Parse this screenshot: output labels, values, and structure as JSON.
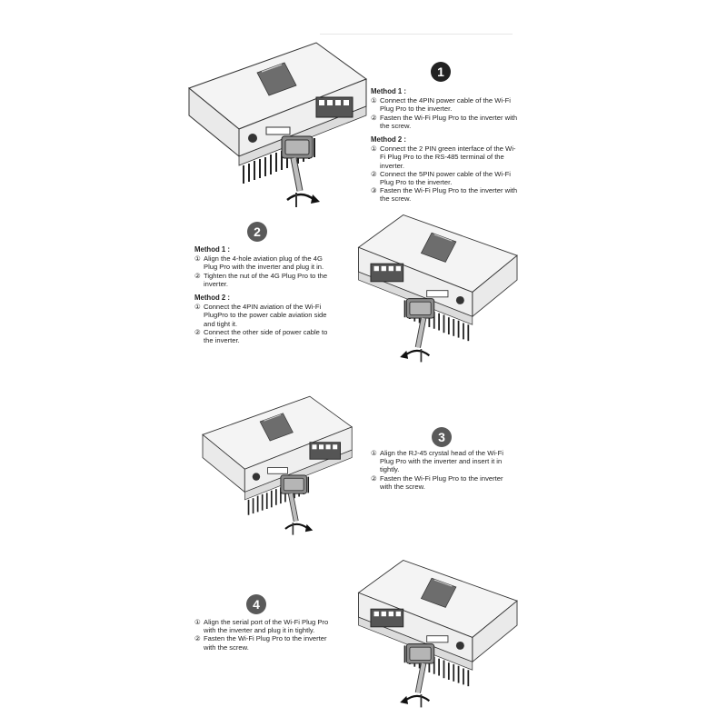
{
  "section1": {
    "number": "1",
    "method1": {
      "title": "Method 1 :",
      "steps": [
        {
          "marker": "①",
          "text": "Connect the 4PIN power cable of the Wi-Fi Plug Pro to the inverter."
        },
        {
          "marker": "②",
          "text": "Fasten the Wi-Fi Plug Pro to the inverter with the screw."
        }
      ]
    },
    "method2": {
      "title": "Method 2 :",
      "steps": [
        {
          "marker": "①",
          "text": "Connect the 2 PIN green interface of the Wi-Fi Plug Pro to the RS-485 terminal of the inverter."
        },
        {
          "marker": "②",
          "text": "Connect the 5PIN power cable of the Wi-Fi Plug Pro to the inverter."
        },
        {
          "marker": "③",
          "text": "Fasten the Wi-Fi Plug Pro to the inverter with the screw."
        }
      ]
    }
  },
  "section2": {
    "number": "2",
    "method1": {
      "title": "Method 1 :",
      "steps": [
        {
          "marker": "①",
          "text": "Align the 4-hole aviation plug of the 4G Plug Pro with the inverter and plug it in."
        },
        {
          "marker": "②",
          "text": "Tighten the nut of the 4G Plug Pro to the inverter."
        }
      ]
    },
    "method2": {
      "title": "Method 2 :",
      "steps": [
        {
          "marker": "①",
          "text": "Connect the 4PIN aviation of the Wi-Fi PlugPro to the power cable aviation side and tight it."
        },
        {
          "marker": "②",
          "text": "Connect the other side of power cable to the inverter."
        }
      ]
    }
  },
  "section3": {
    "number": "3",
    "steps": [
      {
        "marker": "①",
        "text": "Align the RJ-45 crystal head of the Wi-Fi Plug Pro with the inverter and insert it in tightly."
      },
      {
        "marker": "②",
        "text": "Fasten the Wi-Fi Plug Pro to the inverter with the screw."
      }
    ]
  },
  "section4": {
    "number": "4",
    "steps": [
      {
        "marker": "①",
        "text": "Align the serial port of the Wi-Fi Plug Pro with the inverter and plug it in tightly."
      },
      {
        "marker": "②",
        "text": "Fasten the Wi-Fi Plug Pro to the inverter with the screw."
      }
    ]
  },
  "icons": {
    "inverter": "inverter-illustration",
    "plug": "wifi-plug-pro-illustration",
    "screw_arrow": "rotate-arrow-icon"
  },
  "colors": {
    "badge": "#222222",
    "line": "#333333",
    "panel": "#f2f2f2"
  }
}
